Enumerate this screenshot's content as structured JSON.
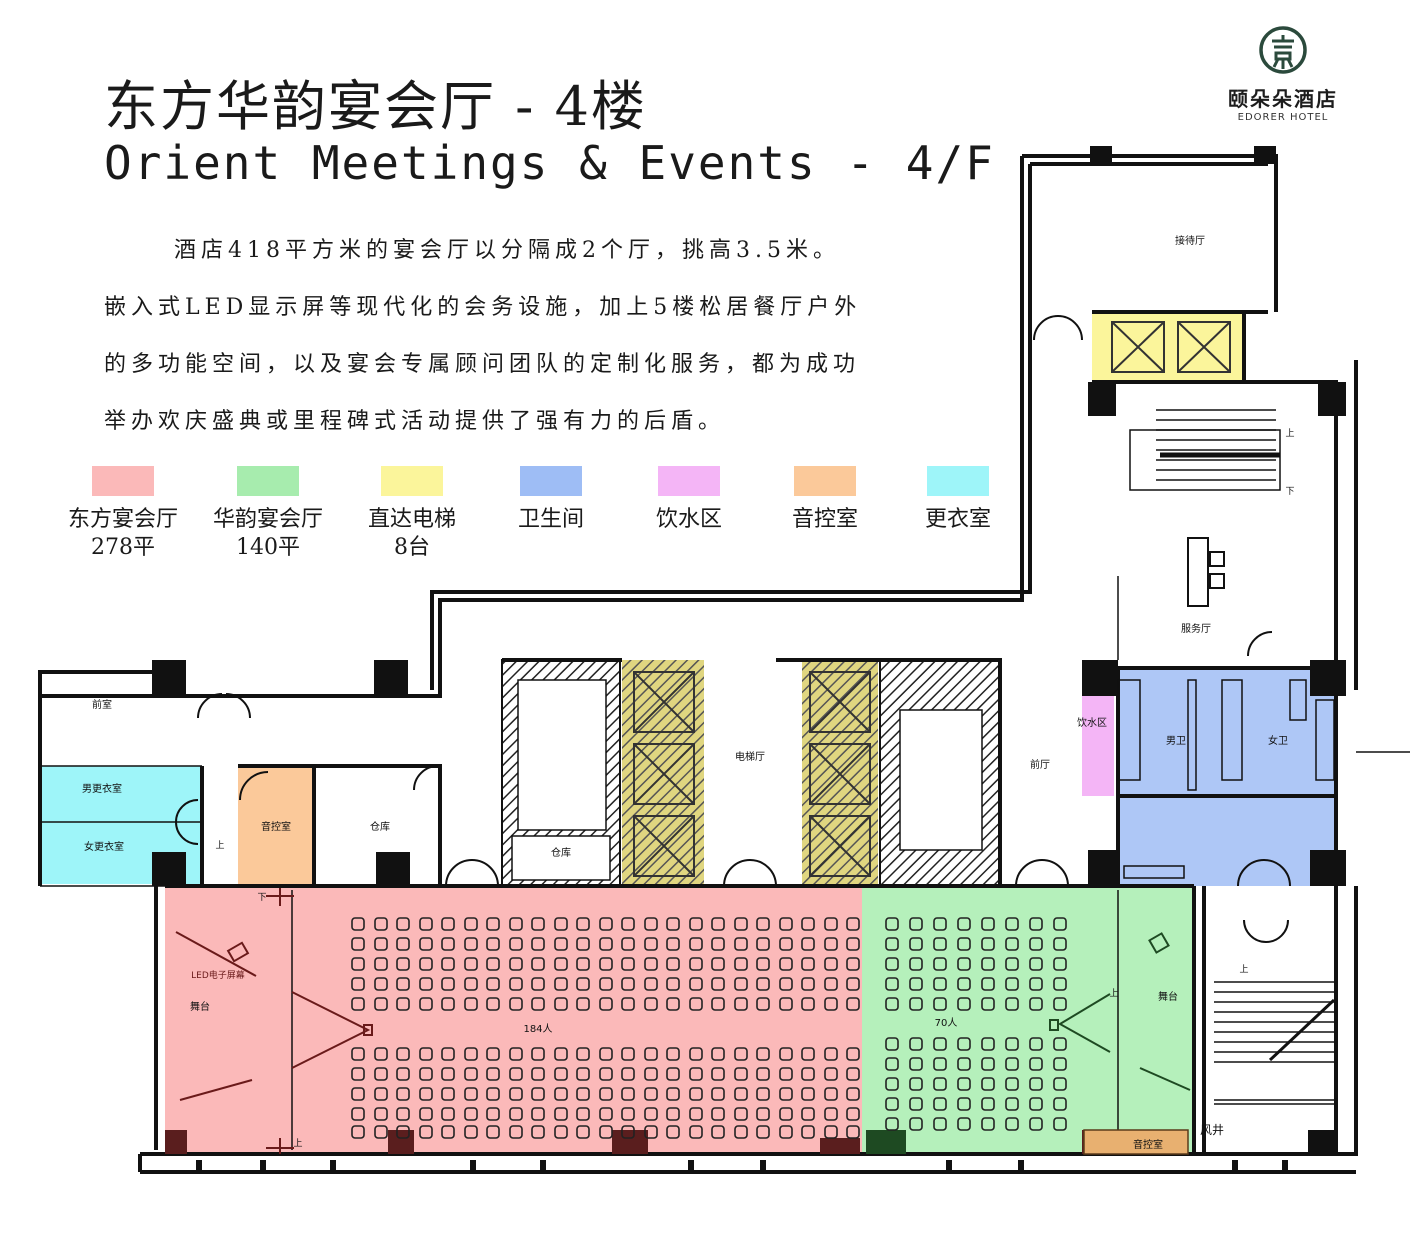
{
  "header": {
    "title_cn": "东方华韵宴会厅 - 4楼",
    "title_en": "Orient Meetings & Events - 4/F"
  },
  "description": {
    "line1": "酒店418平方米的宴会厅以分隔成2个厅，挑高3.5米。",
    "line2": "嵌入式LED显示屏等现代化的会务设施，加上5楼松居餐厅户外",
    "line3": "的多功能空间，以及宴会专属顾问团队的定制化服务，都为成功",
    "line4": "举办欢庆盛典或里程碑式活动提供了强有力的后盾。"
  },
  "legend": [
    {
      "label": "东方宴会厅",
      "sub": "278平",
      "color": "#fbb9b9"
    },
    {
      "label": "华韵宴会厅",
      "sub": "140平",
      "color": "#a7ecae"
    },
    {
      "label": "直达电梯",
      "sub": "8台",
      "color": "#fbf59b"
    },
    {
      "label": "卫生间",
      "sub": "",
      "color": "#9ebdf5"
    },
    {
      "label": "饮水区",
      "sub": "",
      "color": "#f4b5f6"
    },
    {
      "label": "音控室",
      "sub": "",
      "color": "#fbc99a"
    },
    {
      "label": "更衣室",
      "sub": "",
      "color": "#9ef5f9"
    }
  ],
  "logo": {
    "name_cn": "颐朵朵酒店",
    "name_en": "EDORER HOTEL",
    "color": "#2b4a3c"
  },
  "floorplan": {
    "reception_hall": "接待厅",
    "service_hall": "服务厅",
    "anteroom": "前室",
    "mens_locker": "男更衣室",
    "womens_locker": "女更衣室",
    "av_room": "音控室",
    "storage_1": "仓库",
    "storage_2": "仓库",
    "elevator_hall": "电梯厅",
    "front_hall": "前厅",
    "water_area": "饮水区",
    "mens_wc": "男卫",
    "womens_wc": "女卫",
    "led_screen": "LED电子屏幕",
    "stage_1": "舞台",
    "stage_2": "舞台",
    "capacity_east": "184人",
    "capacity_west": "70人",
    "av_room_2": "音控室",
    "air_shaft": "风井",
    "up_1": "上",
    "down_1": "下",
    "up_2": "上",
    "down_2": "下",
    "up_3": "上",
    "up_4": "上",
    "up_5": "上"
  }
}
